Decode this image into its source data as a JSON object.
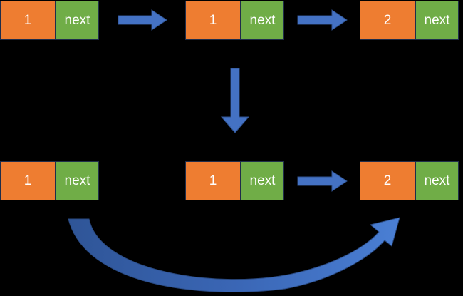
{
  "colors": {
    "value_cell": "#ee7d31",
    "next_cell": "#70ad47",
    "arrow": "#4472c4",
    "background": "#000000"
  },
  "top_row": [
    {
      "value": "1",
      "next": "next"
    },
    {
      "value": "1",
      "next": "next"
    },
    {
      "value": "2",
      "next": "next"
    }
  ],
  "bottom_row": [
    {
      "value": "1",
      "next": "next"
    },
    {
      "value": "1",
      "next": "next"
    },
    {
      "value": "2",
      "next": "next"
    }
  ]
}
